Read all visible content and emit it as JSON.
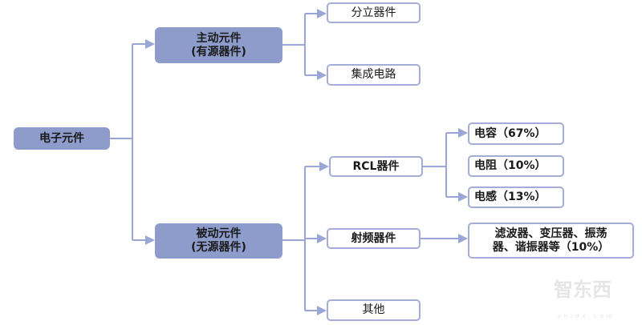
{
  "root": {
    "label": "电子元件"
  },
  "active": {
    "line1": "主动元件",
    "line2": "(有源器件)",
    "children": [
      "分立器件",
      "集成电路"
    ]
  },
  "passive": {
    "line1": "被动元件",
    "line2": "(无源器件)",
    "children": [
      "RCL器件",
      "射频器件",
      "其他"
    ]
  },
  "rcl": {
    "children": [
      "电容（67%）",
      "电阻（10%）",
      "电感（13%）"
    ]
  },
  "rf": {
    "line1": "滤波器、变压器、振荡",
    "line2": "器、谐振器等（10%）"
  },
  "watermark": {
    "logo": "智东西",
    "url": "zhidx.com"
  },
  "colors": {
    "fill": "#8d9ccb",
    "border": "#a4acd8",
    "line": "#9aa6d6"
  }
}
